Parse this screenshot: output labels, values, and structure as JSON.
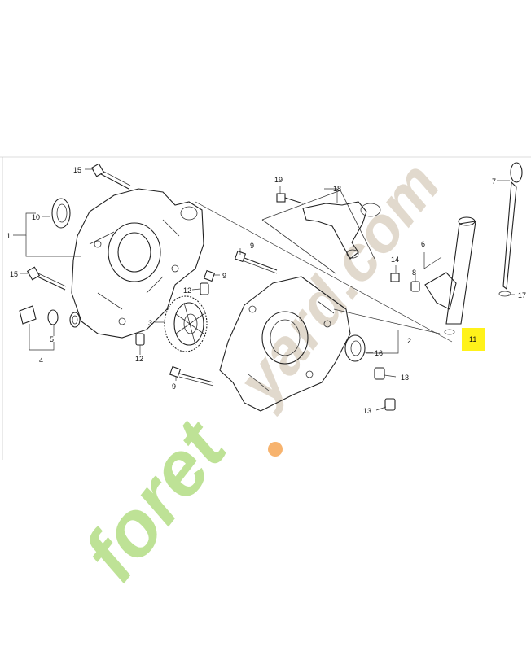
{
  "diagram": {
    "highlight_color": "#fff21a",
    "highlight_label": "11",
    "callouts": [
      {
        "id": "c15a",
        "text": "15"
      },
      {
        "id": "c10",
        "text": "10"
      },
      {
        "id": "c1",
        "text": "1"
      },
      {
        "id": "c15b",
        "text": "15"
      },
      {
        "id": "c5",
        "text": "5"
      },
      {
        "id": "c4",
        "text": "4"
      },
      {
        "id": "c12a",
        "text": "12"
      },
      {
        "id": "c12b",
        "text": "12"
      },
      {
        "id": "c3",
        "text": "3"
      },
      {
        "id": "c9a",
        "text": "9"
      },
      {
        "id": "c9b",
        "text": "9"
      },
      {
        "id": "c9c",
        "text": "9"
      },
      {
        "id": "c19",
        "text": "19"
      },
      {
        "id": "c18",
        "text": "18"
      },
      {
        "id": "c14",
        "text": "14"
      },
      {
        "id": "c8",
        "text": "8"
      },
      {
        "id": "c6",
        "text": "6"
      },
      {
        "id": "c7",
        "text": "7"
      },
      {
        "id": "c17",
        "text": "17"
      },
      {
        "id": "c2",
        "text": "2"
      },
      {
        "id": "c16",
        "text": "16"
      },
      {
        "id": "c13a",
        "text": "13"
      },
      {
        "id": "c13b",
        "text": "13"
      }
    ]
  },
  "watermark": {
    "text_main": "foret",
    "text_rest": "yard.com",
    "color_green": "#a8d873",
    "color_orange": "#f5a04a",
    "color_brown": "#c9b9a4"
  }
}
